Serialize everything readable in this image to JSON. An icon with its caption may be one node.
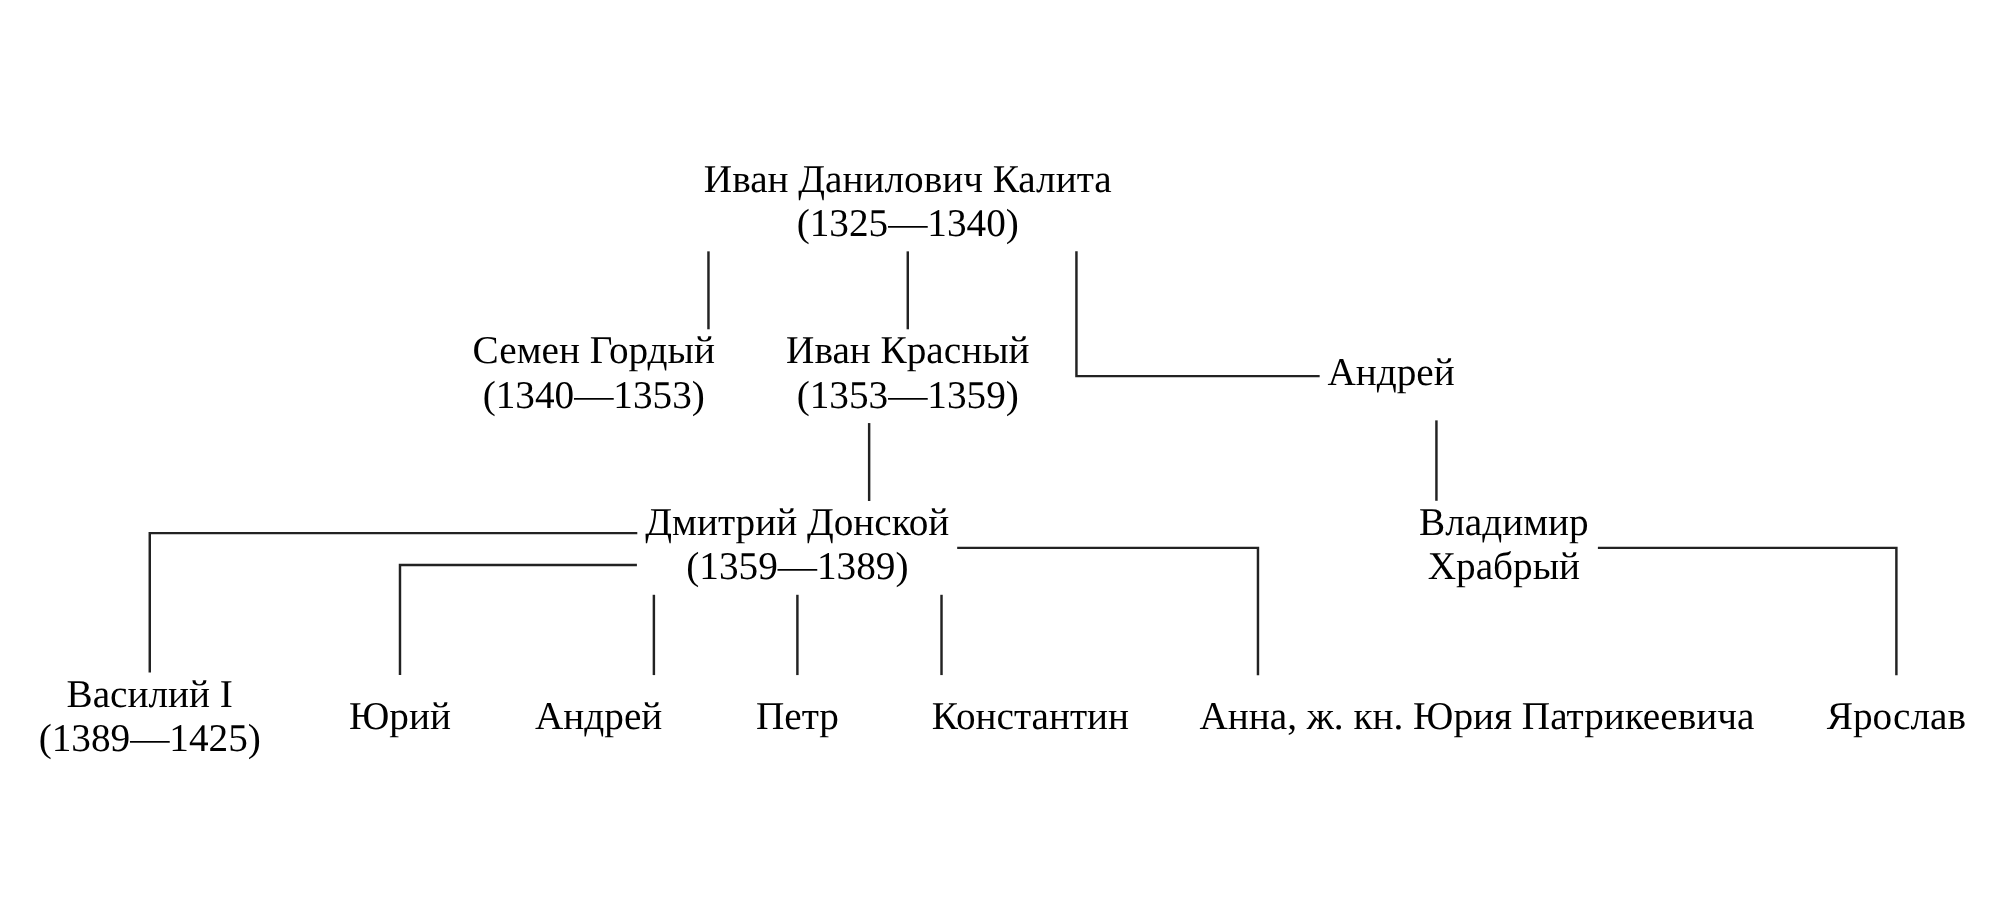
{
  "diagram": {
    "nodes": [
      {
        "text": [
          "Иван Данилович Калита",
          "(1325—1340)"
        ]
      },
      {
        "text": [
          "Семен Гордый",
          "(1340—1353)"
        ]
      },
      {
        "text": [
          "Иван Красный",
          "(1353—1359)"
        ]
      },
      {
        "text": [
          "Андрей"
        ]
      },
      {
        "text": [
          "Дмитрий Донской",
          "(1359—1389)"
        ]
      },
      {
        "text": [
          "Владимир Храбрый"
        ]
      },
      {
        "text": [
          "Василий I",
          "(1389—1425)"
        ]
      },
      {
        "text": [
          "Юрий"
        ]
      },
      {
        "text": [
          "Андрей"
        ]
      },
      {
        "text": [
          "Петр"
        ]
      },
      {
        "text": [
          "Константин"
        ]
      },
      {
        "text": [
          "Анна, ж. кн. Юрия Патрикеевича"
        ]
      },
      {
        "text": [
          "Ярослав"
        ]
      }
    ],
    "edges": [
      {
        "from": 0,
        "to": 1,
        "arrow": "none"
      },
      {
        "from": 0,
        "to": 2,
        "arrow": "none"
      },
      {
        "from": 0,
        "to": 3,
        "arrow": "none"
      },
      {
        "from": 2,
        "to": 4,
        "arrow": "none"
      },
      {
        "from": 3,
        "to": 5,
        "arrow": "none"
      },
      {
        "from": 4,
        "to": 6,
        "arrow": "none"
      },
      {
        "from": 4,
        "to": 7,
        "arrow": "none"
      },
      {
        "from": 4,
        "to": 8,
        "arrow": "none"
      },
      {
        "from": 4,
        "to": 9,
        "arrow": "none"
      },
      {
        "from": 4,
        "to": 10,
        "arrow": "none"
      },
      {
        "from": 4,
        "to": 11,
        "arrow": "none"
      },
      {
        "from": 5,
        "to": 12,
        "arrow": "none"
      }
    ]
  }
}
